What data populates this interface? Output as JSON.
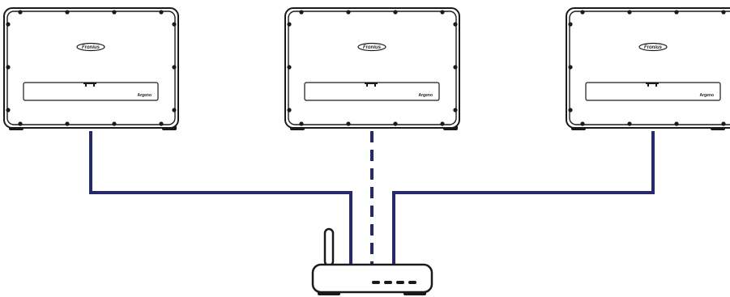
{
  "diagram": {
    "inverters": [
      {
        "id": "inverter-1",
        "brand": "Fronius",
        "model": "Argeno"
      },
      {
        "id": "inverter-2",
        "brand": "Fronius",
        "model": "Argeno"
      },
      {
        "id": "inverter-3",
        "brand": "Fronius",
        "model": "Argeno"
      }
    ],
    "connections": [
      {
        "from": "inverter-1",
        "to": "router",
        "style": "solid"
      },
      {
        "from": "inverter-2",
        "to": "router",
        "style": "dashed"
      },
      {
        "from": "inverter-3",
        "to": "router",
        "style": "solid"
      }
    ],
    "router": {
      "port_leds": 4,
      "antennas": 1
    },
    "colors": {
      "cable": "#262a6b",
      "outline": "#1a1a1a",
      "background": "#ffffff"
    }
  }
}
